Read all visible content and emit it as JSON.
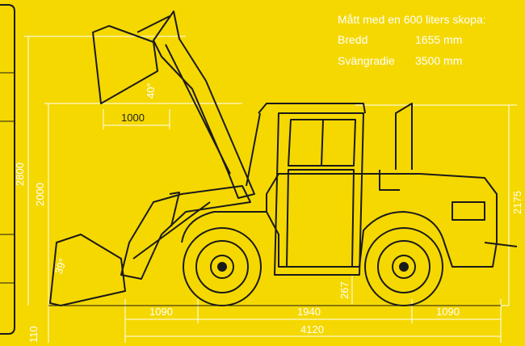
{
  "specs": {
    "heading": "Mått med en 600 liters skopa:",
    "width_label": "Bredd",
    "width_value": "1655 mm",
    "radius_label": "Svängradie",
    "radius_value": "3500 mm"
  },
  "dimensions": {
    "total_height": "2800",
    "lift_height": "2000",
    "reach": "1000",
    "dump_angle": "40°",
    "rollback_angle": "39°",
    "ground_clearance": "267",
    "cab_height": "2175",
    "front_overhang": "1090",
    "wheelbase": "1940",
    "rear_overhang": "1090",
    "total_length": "4120",
    "dig_depth": "110"
  },
  "colors": {
    "background": "#f5d800",
    "line": "#1a1a1a",
    "text": "#ffffff"
  }
}
